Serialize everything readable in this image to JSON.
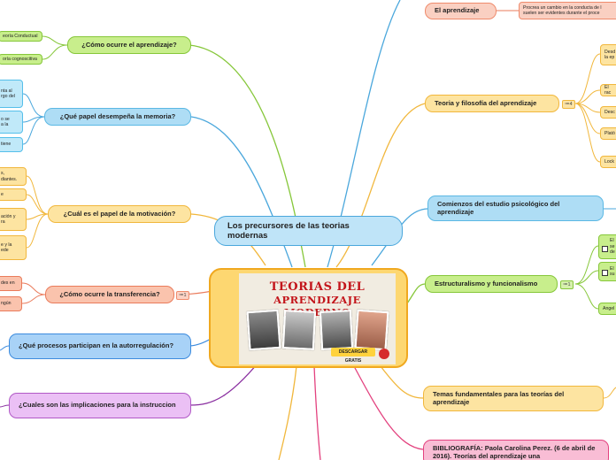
{
  "central": {
    "title": "Los precursores de las teorias modernas"
  },
  "image": {
    "title_line1": "TEORIAS DEL",
    "title_line2": "APRENDIZAJE MODERNO",
    "badge": "DESCARGAR GRATIS"
  },
  "left": {
    "como_ocurre": {
      "label": "¿Cómo ocurre el aprendizaje?",
      "subs": [
        "eoría Conductual",
        "oría cognoscitiva"
      ]
    },
    "memoria": {
      "label": "¿Qué papel desempeña la memoria?",
      "subs": [
        "nta al\nrgo del",
        "o se\na la",
        "tiene"
      ]
    },
    "motivacion": {
      "label": "¿Cuál es el papel de la motivación?",
      "subs": [
        "s,\ndiantes.",
        "e",
        "ación y\nra",
        "e y la\nede"
      ]
    },
    "transferencia": {
      "label": "¿Cómo ocurre la transferencia?",
      "counter": "1",
      "subs": [
        "des en",
        "ngún"
      ]
    },
    "autorregulacion": {
      "label": "¿Qué procesos participan en la autorregulación?"
    },
    "implicaciones": {
      "label": "¿Cuales son las implicaciones para la instruccion"
    }
  },
  "right": {
    "el_aprendizaje": {
      "label": "El aprendizaje",
      "sub": "Procrea un cambio en la conducta de l\nsuelen ser evidentes durante el proce"
    },
    "teoria_filosofia": {
      "label": "Teoria y filosofía del aprendizaje",
      "counter": "4",
      "subs": [
        "Desd\nla ep",
        "El rac",
        "Desc",
        "Plató",
        "Lock"
      ]
    },
    "comienzos": {
      "label": "Comienzos del estudio psicológico del aprendizaje"
    },
    "estructuralismo": {
      "label": "Estructuralismo y funcionalismo",
      "counter": "1",
      "subs": [
        "El\nse\nde",
        "El\nsu",
        "Angel"
      ]
    },
    "temas": {
      "label": "Temas fundamentales para las teorías del aprendizaje"
    },
    "bibliografia": {
      "label": "BIBLIOGRAFÍA: Paola Carolina Perez. (6 de abril de 2016). Teorías del aprendizaje una"
    }
  },
  "colors": {
    "green": "#86c73a",
    "blue": "#4aa7dc",
    "orange": "#f1b73c",
    "coral": "#ea7b5b",
    "royal": "#3c8bde",
    "violet": "#8a2fa0",
    "rose": "#e3427f"
  }
}
